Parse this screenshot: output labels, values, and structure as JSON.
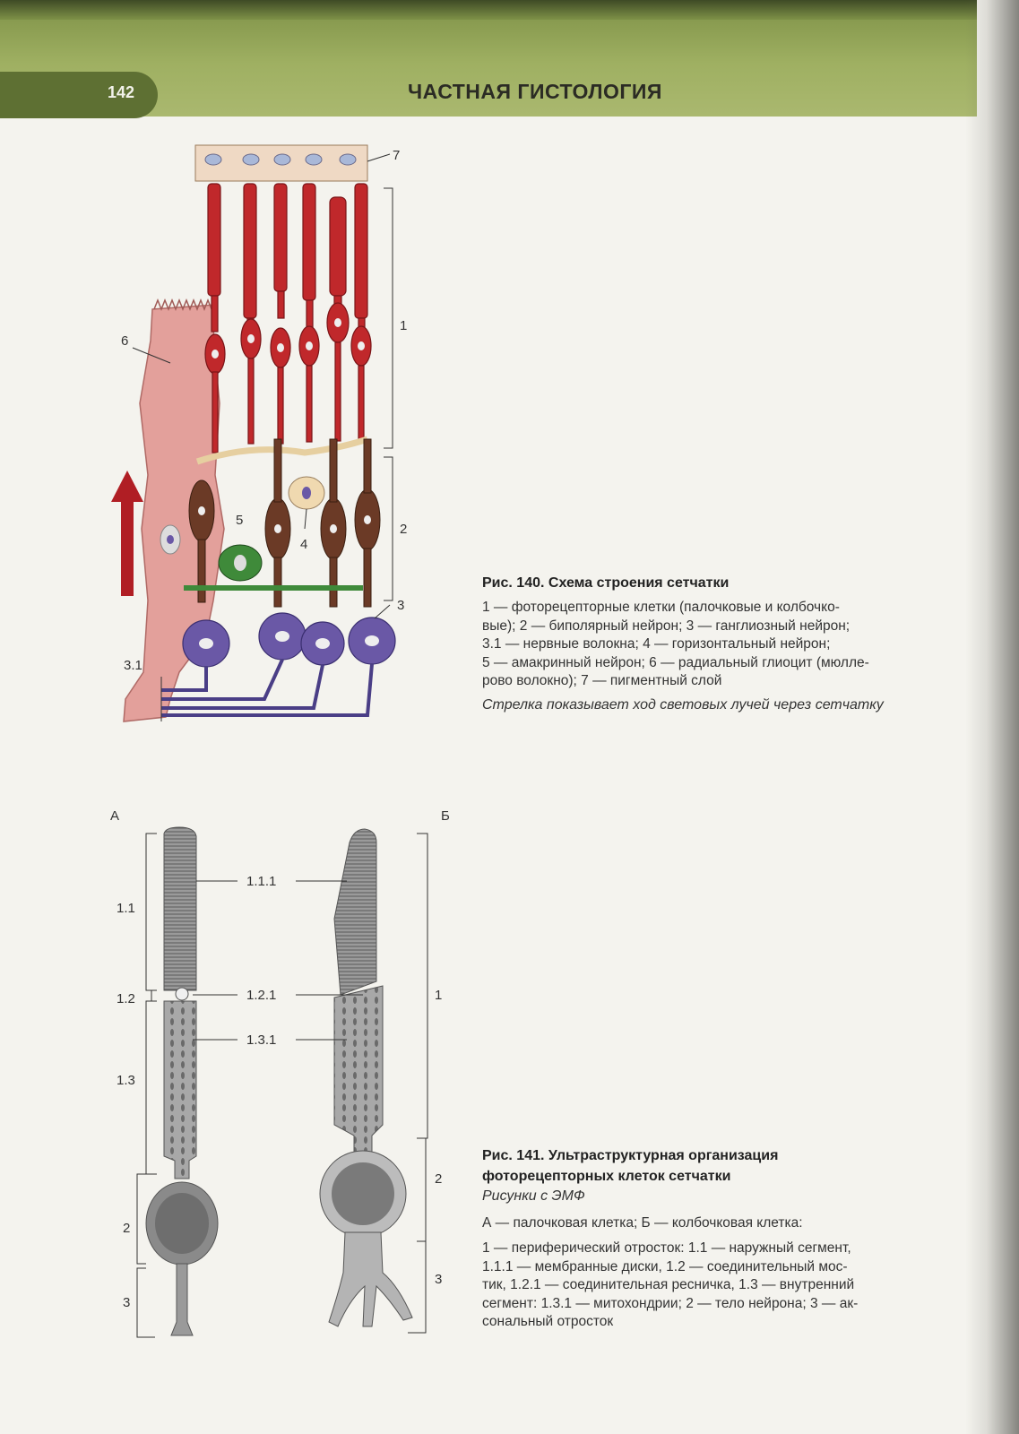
{
  "header": {
    "page_number": "142",
    "title": "ЧАСТНАЯ ГИСТОЛОГИЯ"
  },
  "figure140": {
    "labels": {
      "l1": "1",
      "l2": "2",
      "l3": "3",
      "l31": "3.1",
      "l4": "4",
      "l5": "5",
      "l6": "6",
      "l7": "7"
    },
    "caption_title": "Рис. 140. Схема строения сетчатки",
    "caption_lines": [
      "1 — фоторецепторные клетки (палочковые и колбочко-",
      "вые); 2 — биполярный нейрон; 3 — ганглиозный нейрон;",
      "3.1 — нервные волокна; 4 — горизонтальный нейрон;",
      "5 — амакринный нейрон; 6 — радиальный глиоцит (мюлле-",
      "рово волокно); 7 — пигментный слой"
    ],
    "caption_note": "Стрелка показывает ход световых лучей через сетчатку"
  },
  "figure141": {
    "labels": {
      "A": "А",
      "B": "Б",
      "l11": "1.1",
      "l12": "1.2",
      "l13": "1.3",
      "l111": "1.1.1",
      "l121": "1.2.1",
      "l131": "1.3.1",
      "lA2": "2",
      "lA3": "3",
      "lB1": "1",
      "lB2": "2",
      "lB3": "3"
    },
    "caption_title_1": "Рис. 141. Ультраструктурная организация",
    "caption_title_2": "фоторецепторных клеток сетчатки",
    "caption_sub": "Рисунки с ЭМФ",
    "caption_legend": "А — палочковая клетка; Б — колбочковая клетка:",
    "caption_lines": [
      "1 — периферический отросток: 1.1 — наружный сегмент,",
      "1.1.1 — мембранные диски, 1.2 — соединительный мос-",
      "тик, 1.2.1 — соединительная ресничка, 1.3 — внутренний",
      "сегмент: 1.3.1 — митохондрии; 2 — тело нейрона; 3 — ак-",
      "сональный отросток"
    ]
  },
  "colors": {
    "header": "#9fb062",
    "photoreceptor": "#c0282b",
    "bipolar": "#6b3a26",
    "ganglion": "#6a58a6",
    "amacrine": "#3f8a3a",
    "horizontal": "#f0d9b0",
    "glia": "#e3a09b",
    "arrow": "#b01e24"
  }
}
